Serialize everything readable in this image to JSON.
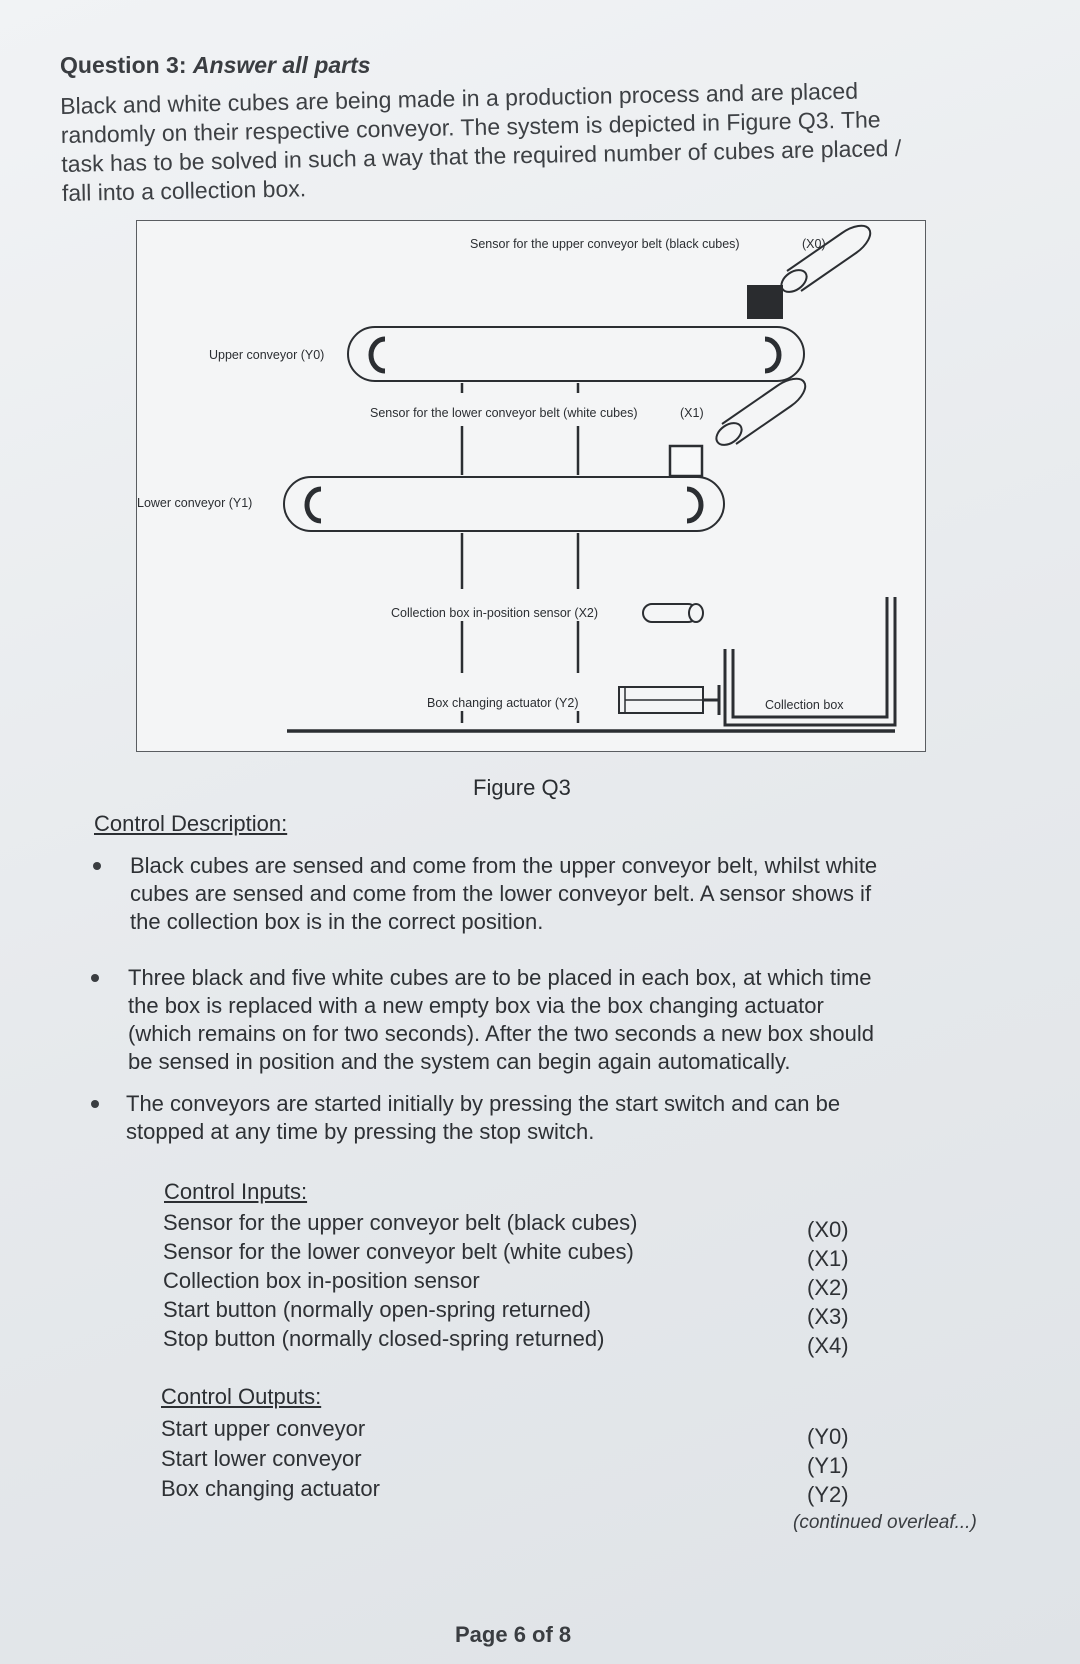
{
  "question": {
    "number_label": "Question 3:",
    "instruction": "Answer all parts"
  },
  "intro": {
    "lines": [
      "Black and white cubes are being made in a production process and are placed",
      "randomly on their respective conveyor.  The system is depicted in Figure Q3.  The",
      "task has to be solved in such a way that the required number of cubes are placed /",
      "fall into a collection box."
    ]
  },
  "figure": {
    "caption": "Figure Q3",
    "labels": {
      "sensor_upper": "Sensor for the upper conveyor belt (black cubes)",
      "sensor_upper_code": "(X0)",
      "upper_conveyor": "Upper conveyor (Y0)",
      "sensor_lower": "Sensor for the lower conveyor belt (white cubes)",
      "sensor_lower_code": "(X1)",
      "lower_conveyor": "Lower conveyor (Y1)",
      "box_sensor": "Collection box in-position sensor  (X2)",
      "actuator": "Box changing actuator  (Y2)",
      "collection_box": "Collection box"
    }
  },
  "control_description": {
    "title": "Control Description:",
    "bullets": [
      [
        "Black cubes are sensed and come from the upper conveyor belt, whilst white",
        "cubes are sensed and come from the lower conveyor belt.  A sensor shows if",
        "the collection box is in the correct position."
      ],
      [
        "Three black and five white cubes are to be placed in each box, at which time",
        "the box is replaced with a new empty box via the box changing actuator",
        "(which remains on for two seconds).  After the two seconds a new box should",
        "be sensed in position and the system can begin again automatically."
      ],
      [
        "The conveyors are started initially by pressing the start switch and can be",
        "stopped at any time by pressing the stop switch."
      ]
    ]
  },
  "control_inputs": {
    "title": "Control Inputs:",
    "items": [
      {
        "label": "Sensor for the upper conveyor belt (black cubes)",
        "code": "(X0)"
      },
      {
        "label": "Sensor for the lower conveyor belt (white cubes)",
        "code": "(X1)"
      },
      {
        "label": "Collection box in-position sensor",
        "code": "(X2)"
      },
      {
        "label": "Start button (normally open-spring returned)",
        "code": "(X3)"
      },
      {
        "label": "Stop button (normally closed-spring returned)",
        "code": "(X4)"
      }
    ]
  },
  "control_outputs": {
    "title": "Control Outputs:",
    "items": [
      {
        "label": "Start upper conveyor",
        "code": "(Y0)"
      },
      {
        "label": "Start lower conveyor",
        "code": "(Y1)"
      },
      {
        "label": "Box changing actuator",
        "code": "(Y2)"
      }
    ]
  },
  "footer": {
    "continued": "(continued overleaf...)",
    "page": "Page 6 of 8"
  }
}
